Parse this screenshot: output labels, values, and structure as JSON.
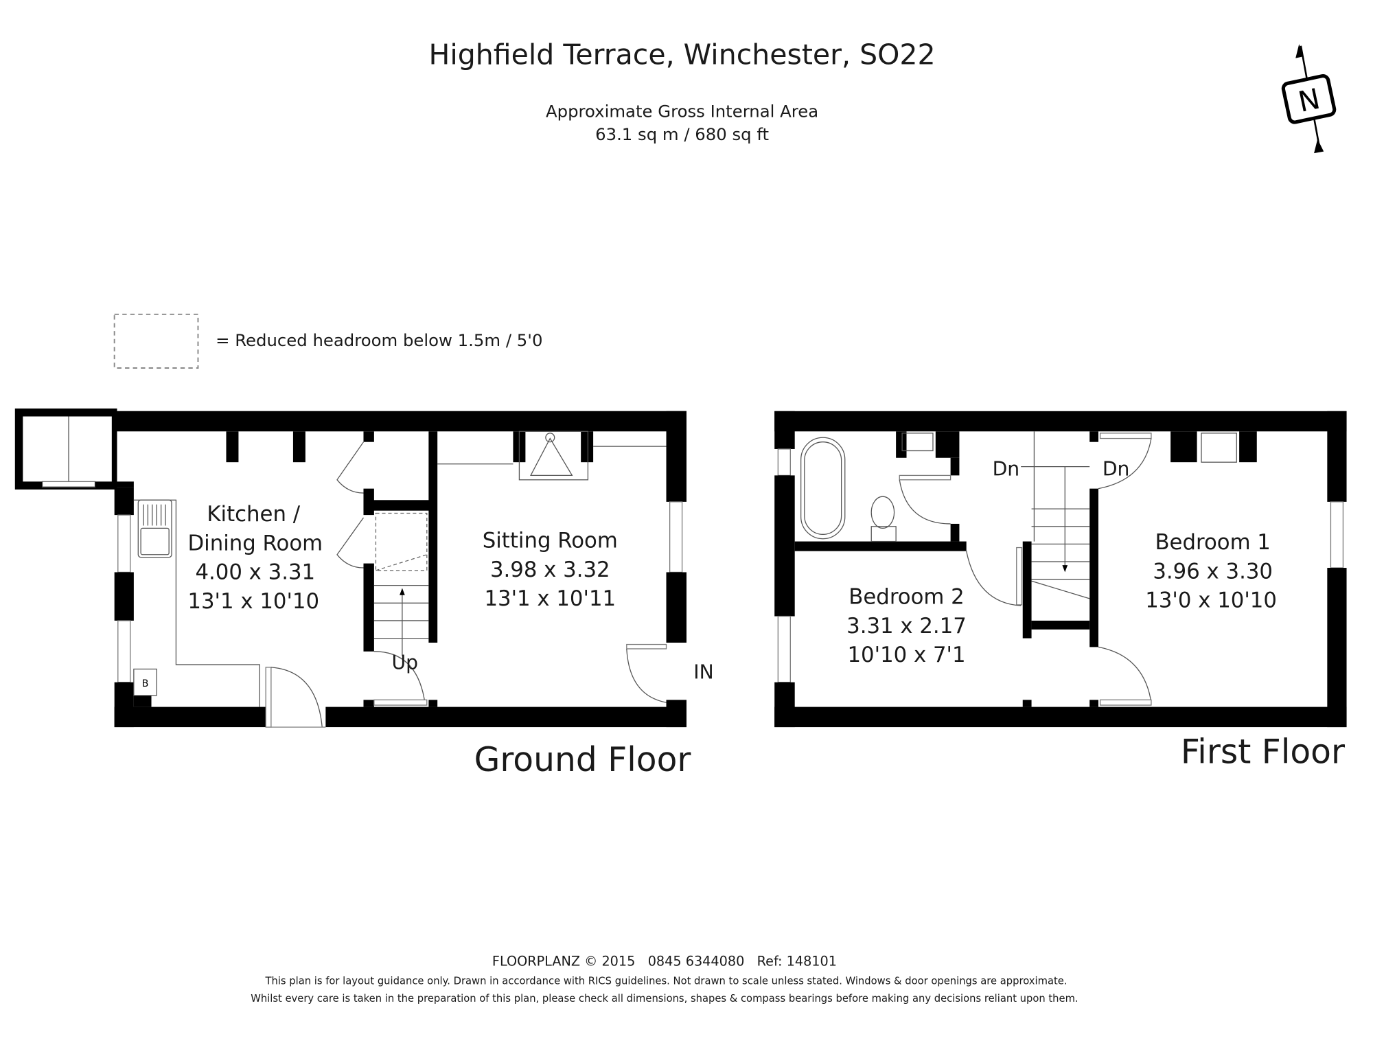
{
  "header": {
    "title": "Highfield Terrace, Winchester, SO22",
    "area_label": "Approximate Gross Internal Area",
    "area_value": "63.1 sq m / 680 sq ft"
  },
  "compass": {
    "letter": "N"
  },
  "legend": {
    "text": "= Reduced headroom below 1.5m / 5'0"
  },
  "ground_floor": {
    "label": "Ground Floor",
    "rooms": [
      {
        "name_line1": "Kitchen /",
        "name_line2": "Dining Room",
        "metric": "4.00 x 3.31",
        "imperial": "13'1 x 10'10"
      },
      {
        "name_line1": "Sitting Room",
        "metric": "3.98 x 3.32",
        "imperial": "13'1 x 10'11"
      }
    ],
    "up_label": "Up",
    "in_label": "IN",
    "boiler_label": "B"
  },
  "first_floor": {
    "label": "First Floor",
    "rooms": [
      {
        "name": "Bedroom 1",
        "metric": "3.96 x 3.30",
        "imperial": "13'0 x 10'10"
      },
      {
        "name": "Bedroom 2",
        "metric": "3.31 x 2.17",
        "imperial": "10'10 x 7'1"
      }
    ],
    "dn_label_1": "Dn",
    "dn_label_2": "Dn"
  },
  "footer": {
    "credit": "FLOORPLANZ © 2015   0845 6344080   Ref: 148101",
    "disclaimer_1": "This plan is for layout guidance only. Drawn in accordance with RICS guidelines. Not drawn to scale unless stated. Windows & door openings are approximate.",
    "disclaimer_2": "Whilst every care is taken in the preparation of this plan, please check all dimensions, shapes & compass bearings before making any decisions reliant upon them."
  }
}
